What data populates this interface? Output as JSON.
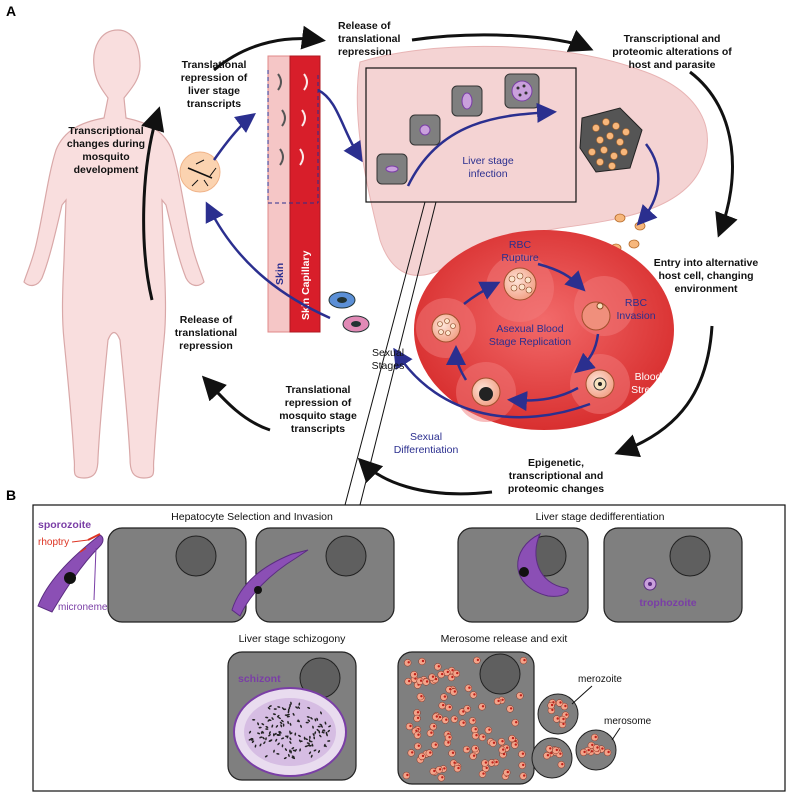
{
  "panels": {
    "a": "A",
    "b": "B"
  },
  "labels": {
    "mosquito_dev": [
      "Transcriptional",
      "changes during",
      "mosquito",
      "development"
    ],
    "trans_rep_liver": [
      "Translational",
      "repression of",
      "liver stage",
      "transcripts"
    ],
    "release_top": [
      "Release of",
      "translational",
      "repression"
    ],
    "transcript_alter": [
      "Transcriptional and",
      "proteomic alterations of",
      "host and parasite"
    ],
    "entry": [
      "Entry into alternative",
      "host cell, changing",
      "environment"
    ],
    "epigenetic": [
      "Epigenetic,",
      "transcriptional and",
      "proteomic changes"
    ],
    "trans_rep_mosq": [
      "Translational",
      "repression of",
      "mosquito stage",
      "transcripts"
    ],
    "release_left": [
      "Release of",
      "translational",
      "repression"
    ],
    "sexual_stages": [
      "Sexual",
      "Stages"
    ],
    "skin": "Skin",
    "skin_capillary": "Skin Capillary",
    "liver_infection": [
      "Liver stage",
      "infection"
    ],
    "rbc_rupture": [
      "RBC",
      "Rupture"
    ],
    "rbc_invasion": [
      "RBC",
      "Invasion"
    ],
    "asexual": [
      "Asexual Blood",
      "Stage Replication"
    ],
    "blood_stream": [
      "Blood",
      "Stream"
    ],
    "sexual_diff": [
      "Sexual",
      "Differentiation"
    ]
  },
  "panel_b": {
    "hepatocyte": "Hepatocyte Selection and Invasion",
    "dediff": "Liver stage dedifferentiation",
    "schizogony": "Liver stage schizogony",
    "merosome_release": "Merosome release and exit",
    "sporozoite": "sporozoite",
    "rhoptry": "rhoptry",
    "microneme": "microneme",
    "trophozoite": "trophozoite",
    "schizont": "schizont",
    "merozoite": "merozoite",
    "merosome": "merosome"
  },
  "colors": {
    "body": "#f9dede",
    "body_stroke": "#d9a8a8",
    "liver": "#f4d3d3",
    "blood": "#e23a3a",
    "arrow_blue": "#2b2f8f",
    "parasite": "#8b4fb5",
    "cell_gray": "#7f7f7f"
  }
}
